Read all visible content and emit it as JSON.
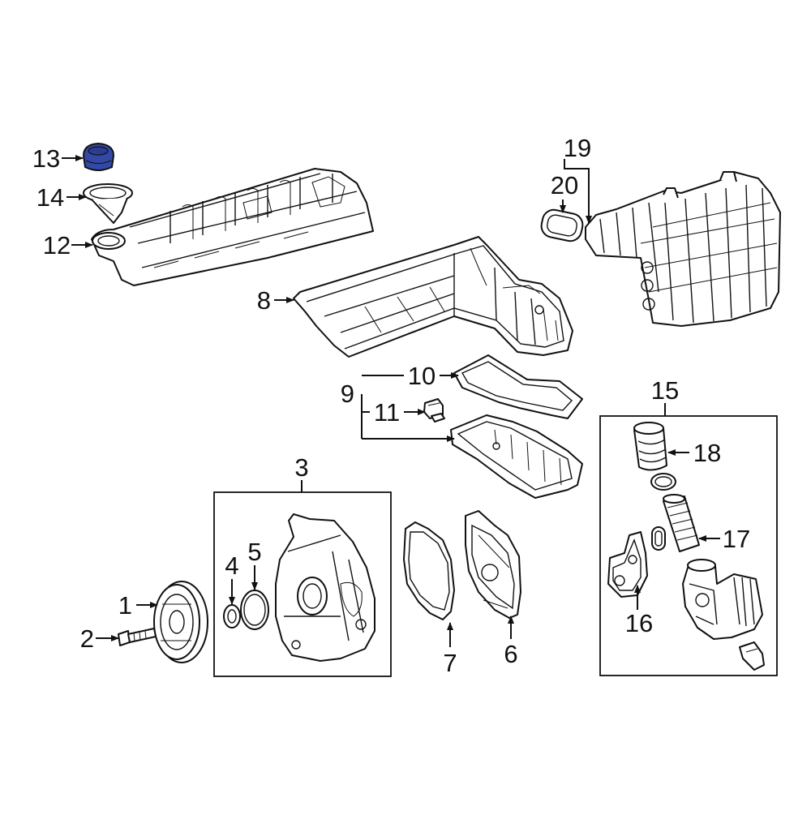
{
  "diagram": {
    "labels": {
      "p1": "1",
      "p2": "2",
      "p3": "3",
      "p4": "4",
      "p5": "5",
      "p6": "6",
      "p7": "7",
      "p8": "8",
      "p9": "9",
      "p10": "10",
      "p11": "11",
      "p12": "12",
      "p13": "13",
      "p14": "14",
      "p15": "15",
      "p16": "16",
      "p17": "17",
      "p18": "18",
      "p19": "19",
      "p20": "20"
    },
    "colors": {
      "highlight": "#3349a8",
      "line": "#111111",
      "background": "#ffffff"
    }
  }
}
